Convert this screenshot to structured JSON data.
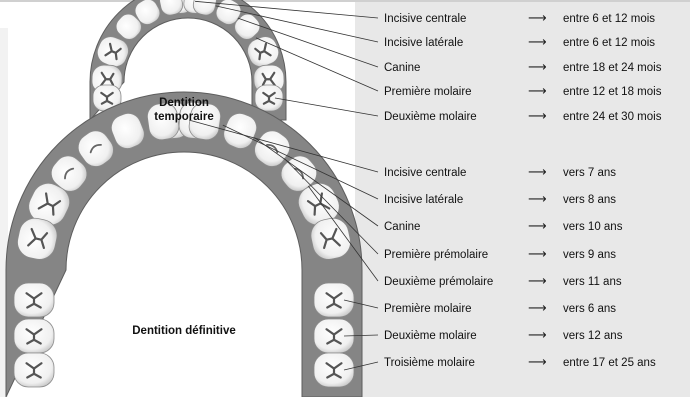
{
  "temporary": {
    "title_line1": "Dentition",
    "title_line2": "temporaire",
    "rows": [
      {
        "tooth": "Incisive centrale",
        "age": "entre 6 et 12 mois"
      },
      {
        "tooth": "Incisive latérale",
        "age": "entre 6 et 12 mois"
      },
      {
        "tooth": "Canine",
        "age": "entre 18 et 24 mois"
      },
      {
        "tooth": "Première molaire",
        "age": "entre 12 et 18 mois"
      },
      {
        "tooth": "Deuxième molaire",
        "age": "entre 24 et 30 mois"
      }
    ]
  },
  "permanent": {
    "title": "Dentition définitive",
    "rows": [
      {
        "tooth": "Incisive centrale",
        "age": "vers 7 ans"
      },
      {
        "tooth": "Incisive latérale",
        "age": "vers 8 ans"
      },
      {
        "tooth": "Canine",
        "age": "vers 10 ans"
      },
      {
        "tooth": "Première prémolaire",
        "age": "vers 9 ans"
      },
      {
        "tooth": "Deuxième prémolaire",
        "age": "vers 11 ans"
      },
      {
        "tooth": "Première molaire",
        "age": "vers 6 ans"
      },
      {
        "tooth": "Deuxième molaire",
        "age": "vers 12 ans"
      },
      {
        "tooth": "Troisième molaire",
        "age": "entre 17 et 25 ans"
      }
    ]
  },
  "arrow_glyph": "⟶"
}
